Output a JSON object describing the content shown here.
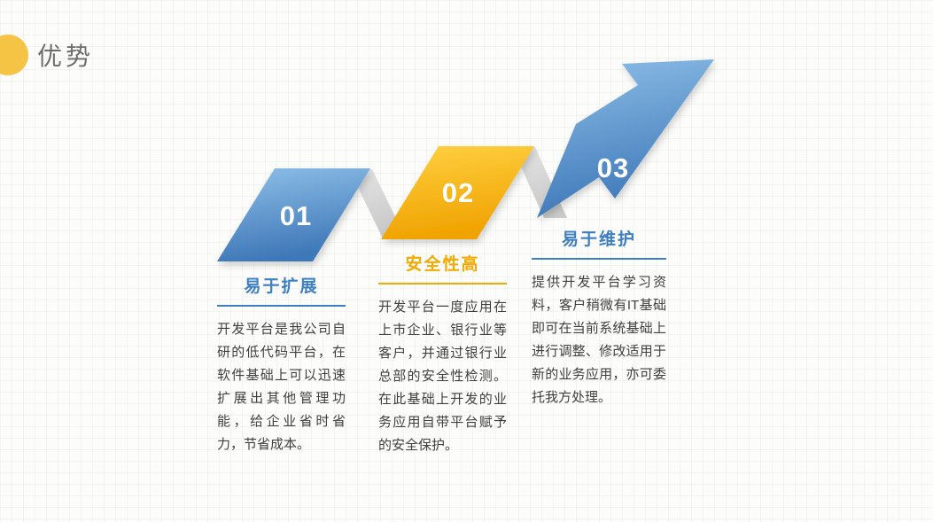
{
  "slide": {
    "title": "优势"
  },
  "steps": [
    {
      "number": "01",
      "label": "易于扩展",
      "description": "开发平台是我公司自研的低代码平台，在软件基础上可以迅速扩展出其他管理功能，给企业省时省力，节省成本。",
      "accent": "#3E7FC1"
    },
    {
      "number": "02",
      "label": "安全性高",
      "description": "开发平台一度应用在上市企业、银行业等客户，并通过银行业总部的安全性检测。在此基础上开发的业务应用自带平台赋予的安全保护。",
      "accent": "#F2A900"
    },
    {
      "number": "03",
      "label": "易于维护",
      "description": "提供开发平台学习资料，客户稍微有IT基础即可在当前系统基础上进行调整、修改适用于新的业务应用，亦可委托我方处理。",
      "accent": "#3E7FC1"
    }
  ],
  "colors": {
    "blue_light": "#8FC0E8",
    "blue_dark": "#3E78B8",
    "yellow_light": "#FFD042",
    "yellow_dark": "#F0A300",
    "gray_light": "#E4E4E4",
    "gray_dark": "#C9C9C9",
    "accent_circle": "#F6C445",
    "title_text": "#6E6E6E",
    "body_text": "#3F3F3F",
    "number_text": "#FFFFFF"
  }
}
